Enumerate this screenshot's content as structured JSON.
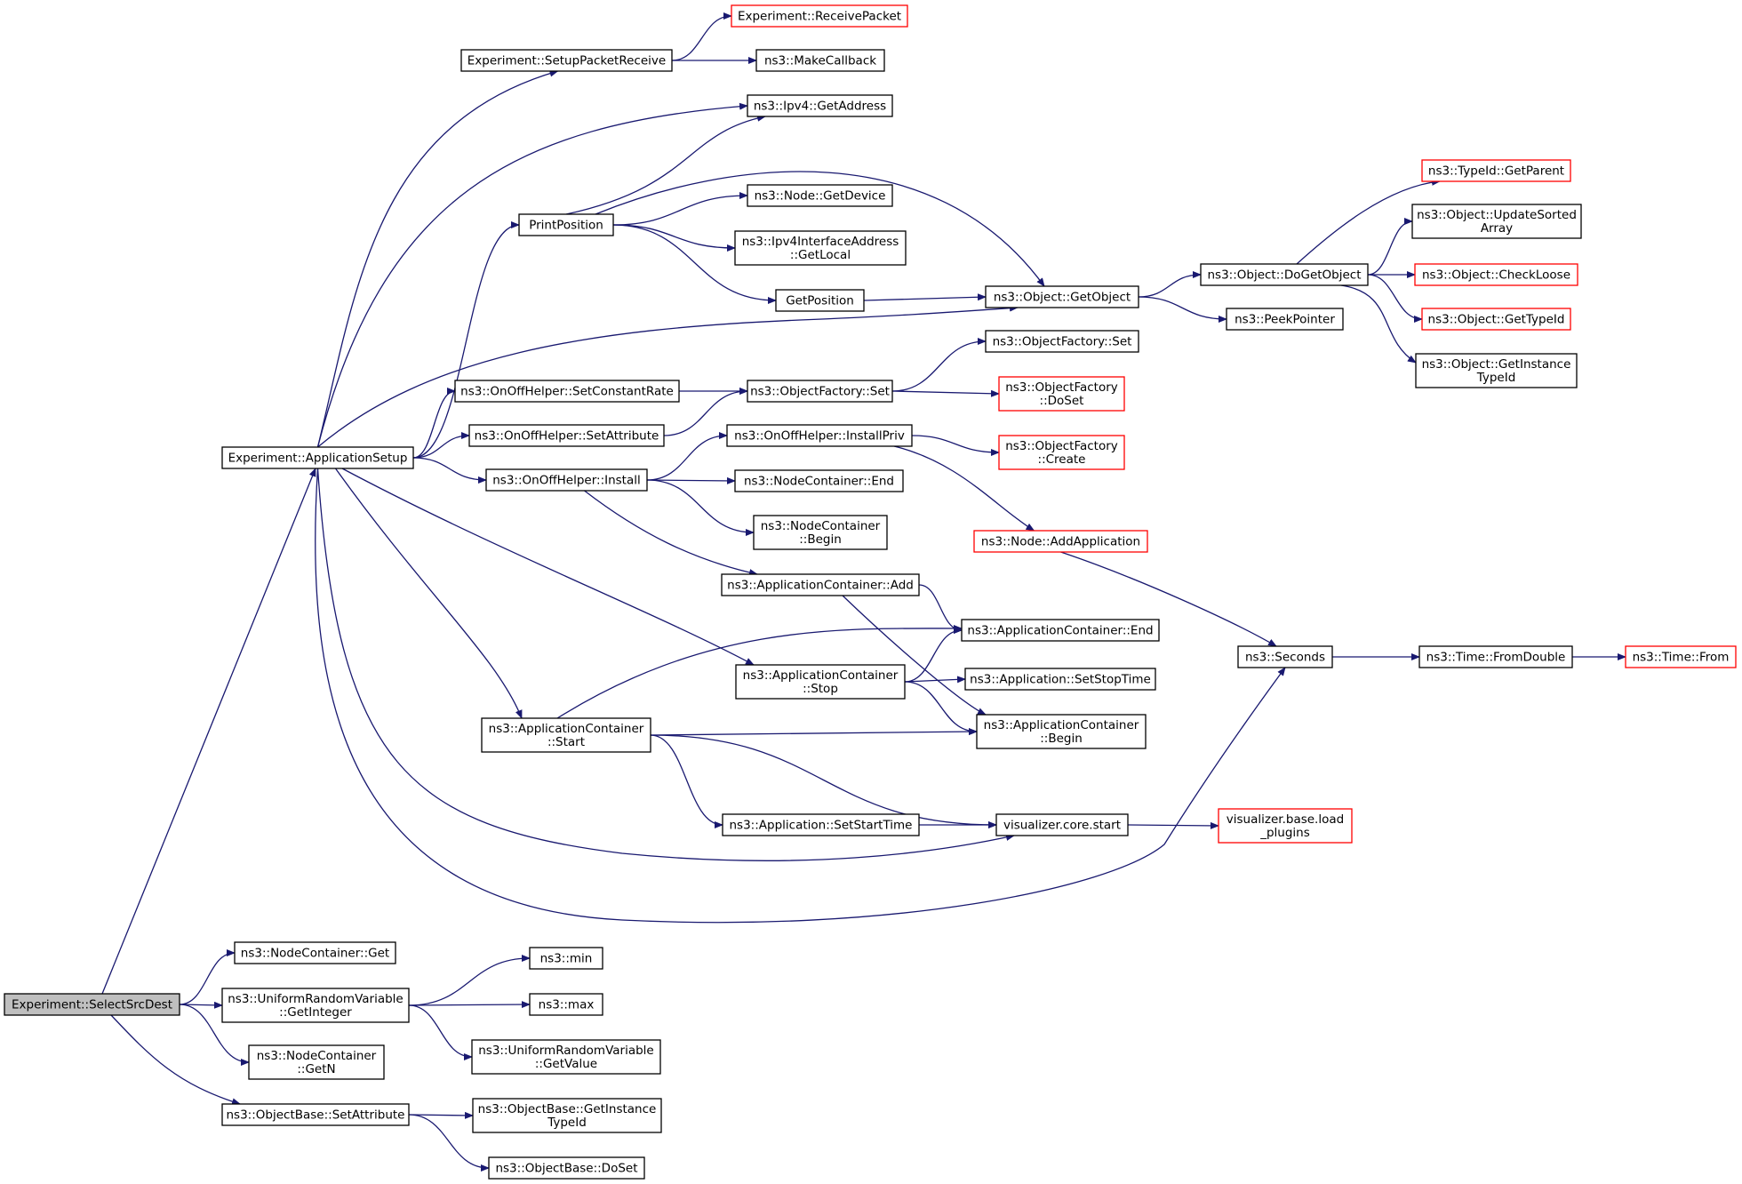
{
  "colors": {
    "edge": "#191970",
    "node_border": "#000000",
    "truncated_border": "#ff0000",
    "root_fill": "#bfbfbf",
    "node_fill": "#ffffff"
  },
  "nodes": [
    {
      "id": "selectsrcdest",
      "lines": [
        "Experiment::SelectSrcDest"
      ],
      "root": true
    },
    {
      "id": "applicationsetup",
      "lines": [
        "Experiment::ApplicationSetup"
      ]
    },
    {
      "id": "nodecontainer_get",
      "lines": [
        "ns3::NodeContainer::Get"
      ]
    },
    {
      "id": "uniform_getinteger",
      "lines": [
        "ns3::UniformRandomVariable",
        "::GetInteger"
      ]
    },
    {
      "id": "nodecontainer_getn",
      "lines": [
        "ns3::NodeContainer",
        "::GetN"
      ]
    },
    {
      "id": "objectbase_setattribute",
      "lines": [
        "ns3::ObjectBase::SetAttribute"
      ]
    },
    {
      "id": "min",
      "lines": [
        "ns3::min"
      ]
    },
    {
      "id": "max",
      "lines": [
        "ns3::max"
      ]
    },
    {
      "id": "uniform_getvalue",
      "lines": [
        "ns3::UniformRandomVariable",
        "::GetValue"
      ]
    },
    {
      "id": "objectbase_getinstancetypeid",
      "lines": [
        "ns3::ObjectBase::GetInstance",
        "TypeId"
      ]
    },
    {
      "id": "objectbase_doset",
      "lines": [
        "ns3::ObjectBase::DoSet"
      ]
    },
    {
      "id": "setuppacketreceive",
      "lines": [
        "Experiment::SetupPacketReceive"
      ]
    },
    {
      "id": "receivepacket",
      "lines": [
        "Experiment::ReceivePacket"
      ],
      "truncated": true
    },
    {
      "id": "makecallback",
      "lines": [
        "ns3::MakeCallback"
      ]
    },
    {
      "id": "ipv4_getaddress",
      "lines": [
        "ns3::Ipv4::GetAddress"
      ]
    },
    {
      "id": "printposition",
      "lines": [
        "PrintPosition"
      ]
    },
    {
      "id": "node_getdevice",
      "lines": [
        "ns3::Node::GetDevice"
      ]
    },
    {
      "id": "ipv4ifaddr_getlocal",
      "lines": [
        "ns3::Ipv4InterfaceAddress",
        "::GetLocal"
      ]
    },
    {
      "id": "getposition",
      "lines": [
        "GetPosition"
      ]
    },
    {
      "id": "object_getobject",
      "lines": [
        "ns3::Object::GetObject"
      ]
    },
    {
      "id": "object_dogetobject",
      "lines": [
        "ns3::Object::DoGetObject"
      ]
    },
    {
      "id": "peekpointer",
      "lines": [
        "ns3::PeekPointer"
      ]
    },
    {
      "id": "typeid_getparent",
      "lines": [
        "ns3::TypeId::GetParent"
      ],
      "truncated": true
    },
    {
      "id": "object_updatesortedarray",
      "lines": [
        "ns3::Object::UpdateSorted",
        "Array"
      ]
    },
    {
      "id": "object_checkloose",
      "lines": [
        "ns3::Object::CheckLoose"
      ],
      "truncated": true
    },
    {
      "id": "object_gettypeid",
      "lines": [
        "ns3::Object::GetTypeId"
      ],
      "truncated": true
    },
    {
      "id": "object_getinstancetypeid",
      "lines": [
        "ns3::Object::GetInstance",
        "TypeId"
      ]
    },
    {
      "id": "onoff_setconstantrate",
      "lines": [
        "ns3::OnOffHelper::SetConstantRate"
      ]
    },
    {
      "id": "onoff_setattribute",
      "lines": [
        "ns3::OnOffHelper::SetAttribute"
      ]
    },
    {
      "id": "objectfactory_set",
      "lines": [
        "ns3::ObjectFactory::Set"
      ]
    },
    {
      "id": "objectfactory_set2",
      "lines": [
        "ns3::ObjectFactory::Set"
      ]
    },
    {
      "id": "objectfactory_doset",
      "lines": [
        "ns3::ObjectFactory",
        "::DoSet"
      ],
      "truncated": true
    },
    {
      "id": "onoff_install",
      "lines": [
        "ns3::OnOffHelper::Install"
      ]
    },
    {
      "id": "onoff_installpriv",
      "lines": [
        "ns3::OnOffHelper::InstallPriv"
      ]
    },
    {
      "id": "objectfactory_create",
      "lines": [
        "ns3::ObjectFactory",
        "::Create"
      ],
      "truncated": true
    },
    {
      "id": "nodecontainer_end",
      "lines": [
        "ns3::NodeContainer::End"
      ]
    },
    {
      "id": "nodecontainer_begin",
      "lines": [
        "ns3::NodeContainer",
        "::Begin"
      ]
    },
    {
      "id": "node_addapplication",
      "lines": [
        "ns3::Node::AddApplication"
      ],
      "truncated": true
    },
    {
      "id": "appcontainer_add",
      "lines": [
        "ns3::ApplicationContainer::Add"
      ]
    },
    {
      "id": "appcontainer_end",
      "lines": [
        "ns3::ApplicationContainer::End"
      ]
    },
    {
      "id": "appcontainer_stop",
      "lines": [
        "ns3::ApplicationContainer",
        "::Stop"
      ]
    },
    {
      "id": "app_setstoptime",
      "lines": [
        "ns3::Application::SetStopTime"
      ]
    },
    {
      "id": "appcontainer_begin",
      "lines": [
        "ns3::ApplicationContainer",
        "::Begin"
      ]
    },
    {
      "id": "appcontainer_start",
      "lines": [
        "ns3::ApplicationContainer",
        "::Start"
      ]
    },
    {
      "id": "app_setstarttime",
      "lines": [
        "ns3::Application::SetStartTime"
      ]
    },
    {
      "id": "visualizer_core_start",
      "lines": [
        "visualizer.core.start"
      ]
    },
    {
      "id": "visualizer_load_plugins",
      "lines": [
        "visualizer.base.load",
        "_plugins"
      ],
      "truncated": true
    },
    {
      "id": "seconds",
      "lines": [
        "ns3::Seconds"
      ]
    },
    {
      "id": "time_fromdouble",
      "lines": [
        "ns3::Time::FromDouble"
      ]
    },
    {
      "id": "time_from",
      "lines": [
        "ns3::Time::From"
      ],
      "truncated": true
    }
  ],
  "edges": [
    [
      "selectsrcdest",
      "applicationsetup"
    ],
    [
      "selectsrcdest",
      "nodecontainer_get"
    ],
    [
      "selectsrcdest",
      "uniform_getinteger"
    ],
    [
      "selectsrcdest",
      "nodecontainer_getn"
    ],
    [
      "selectsrcdest",
      "objectbase_setattribute"
    ],
    [
      "uniform_getinteger",
      "min"
    ],
    [
      "uniform_getinteger",
      "max"
    ],
    [
      "uniform_getinteger",
      "uniform_getvalue"
    ],
    [
      "objectbase_setattribute",
      "objectbase_getinstancetypeid"
    ],
    [
      "objectbase_setattribute",
      "objectbase_doset"
    ],
    [
      "applicationsetup",
      "setuppacketreceive"
    ],
    [
      "applicationsetup",
      "ipv4_getaddress"
    ],
    [
      "applicationsetup",
      "printposition"
    ],
    [
      "applicationsetup",
      "object_getobject"
    ],
    [
      "applicationsetup",
      "onoff_setconstantrate"
    ],
    [
      "applicationsetup",
      "onoff_setattribute"
    ],
    [
      "applicationsetup",
      "onoff_install"
    ],
    [
      "applicationsetup",
      "appcontainer_stop"
    ],
    [
      "applicationsetup",
      "appcontainer_start"
    ],
    [
      "applicationsetup",
      "visualizer_core_start"
    ],
    [
      "applicationsetup",
      "seconds"
    ],
    [
      "setuppacketreceive",
      "receivepacket"
    ],
    [
      "setuppacketreceive",
      "makecallback"
    ],
    [
      "printposition",
      "ipv4_getaddress"
    ],
    [
      "printposition",
      "object_getobject"
    ],
    [
      "printposition",
      "node_getdevice"
    ],
    [
      "printposition",
      "ipv4ifaddr_getlocal"
    ],
    [
      "printposition",
      "getposition"
    ],
    [
      "getposition",
      "object_getobject"
    ],
    [
      "object_getobject",
      "object_dogetobject"
    ],
    [
      "object_getobject",
      "peekpointer"
    ],
    [
      "object_dogetobject",
      "typeid_getparent"
    ],
    [
      "object_dogetobject",
      "object_updatesortedarray"
    ],
    [
      "object_dogetobject",
      "object_checkloose"
    ],
    [
      "object_dogetobject",
      "object_gettypeid"
    ],
    [
      "object_dogetobject",
      "object_getinstancetypeid"
    ],
    [
      "onoff_setconstantrate",
      "objectfactory_set2"
    ],
    [
      "onoff_setattribute",
      "objectfactory_set2"
    ],
    [
      "objectfactory_set2",
      "objectfactory_set"
    ],
    [
      "objectfactory_set2",
      "objectfactory_doset"
    ],
    [
      "onoff_install",
      "onoff_installpriv"
    ],
    [
      "onoff_install",
      "nodecontainer_end"
    ],
    [
      "onoff_install",
      "nodecontainer_begin"
    ],
    [
      "onoff_install",
      "appcontainer_add"
    ],
    [
      "onoff_installpriv",
      "objectfactory_create"
    ],
    [
      "onoff_installpriv",
      "node_addapplication"
    ],
    [
      "node_addapplication",
      "seconds"
    ],
    [
      "appcontainer_add",
      "appcontainer_end"
    ],
    [
      "appcontainer_add",
      "appcontainer_begin"
    ],
    [
      "appcontainer_stop",
      "appcontainer_end"
    ],
    [
      "appcontainer_stop",
      "app_setstoptime"
    ],
    [
      "appcontainer_stop",
      "appcontainer_begin"
    ],
    [
      "appcontainer_start",
      "appcontainer_end"
    ],
    [
      "appcontainer_start",
      "appcontainer_begin"
    ],
    [
      "appcontainer_start",
      "app_setstarttime"
    ],
    [
      "appcontainer_start",
      "visualizer_core_start"
    ],
    [
      "app_setstarttime",
      "visualizer_core_start"
    ],
    [
      "visualizer_core_start",
      "visualizer_load_plugins"
    ],
    [
      "seconds",
      "time_fromdouble"
    ],
    [
      "time_fromdouble",
      "time_from"
    ]
  ]
}
